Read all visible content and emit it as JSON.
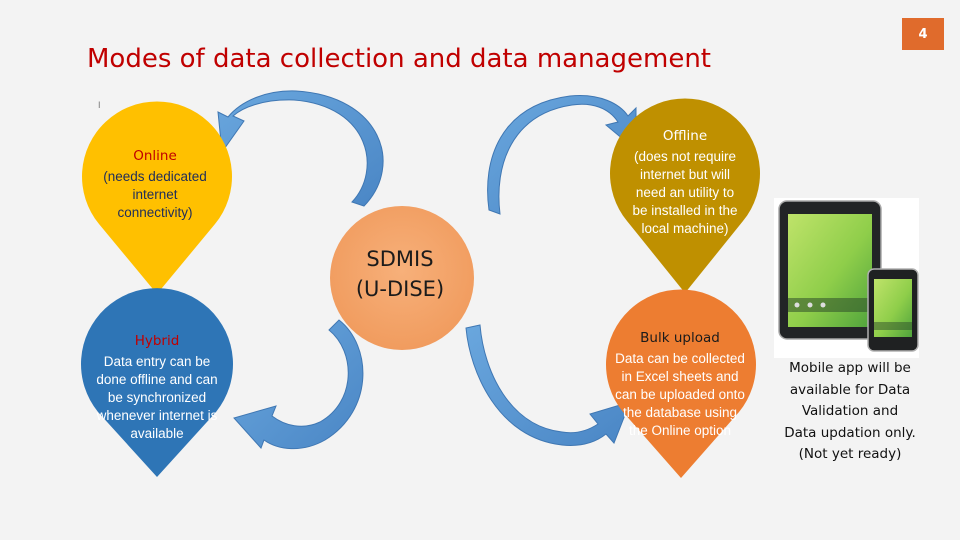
{
  "slide": {
    "title": "Modes of data collection and data management",
    "page_number": "4",
    "tick_mark": "I",
    "center": {
      "line1": "SDMIS",
      "line2": "(U-DISE)"
    },
    "modes": {
      "online": {
        "title": "Online",
        "body": [
          "(needs dedicated",
          "internet",
          "connectivity)"
        ],
        "color": "#ffc000"
      },
      "offline": {
        "title": "Offline",
        "body": [
          "(does not require",
          "internet but will",
          "need an utility to",
          "be installed in the",
          "local machine)"
        ],
        "color": "#bf9000"
      },
      "hybrid": {
        "title": "Hybrid",
        "body": [
          "Data entry can be",
          "done offline and can",
          "be synchronized",
          "whenever internet is",
          "available"
        ],
        "color": "#2e75b6"
      },
      "bulk": {
        "title": "Bulk upload",
        "body": [
          "Data can be collected",
          "in Excel sheets and",
          "can be uploaded onto",
          "the database using",
          "the Online option"
        ],
        "color": "#ed7d31"
      }
    },
    "mobile_note": [
      "Mobile app will be",
      "available for Data",
      "Validation and",
      "Data updation only.",
      "(Not yet ready)"
    ],
    "colors": {
      "title": "#c00000",
      "badge": "#e06b2c",
      "arrow": "#5b9bd5",
      "center_circle": "#f4a46b"
    }
  }
}
